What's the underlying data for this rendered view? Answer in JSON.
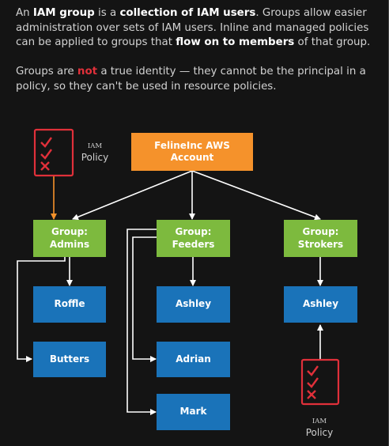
{
  "intro": {
    "p1_t1": "An ",
    "p1_b1": "IAM group",
    "p1_t2": " is a ",
    "p1_b2": "collection of IAM users",
    "p1_t3": ". Groups allow easier administration over sets of IAM users. Inline and managed policies can be applied to groups that ",
    "p1_b3": "flow on to members",
    "p1_t4": " of that group.",
    "p2_t1": "Groups are ",
    "p2_red": "not",
    "p2_t2": " a true identity — they cannot be the principal in a policy, so they can't be used in resource policies."
  },
  "diagram": {
    "account": "FelineInc AWS Account",
    "groups": [
      {
        "label": "Group:\nAdmins",
        "users": [
          "Roffle",
          "Butters"
        ]
      },
      {
        "label": "Group:\nFeeders",
        "users": [
          "Ashley",
          "Adrian",
          "Mark"
        ]
      },
      {
        "label": "Group:\nStrokers",
        "users": [
          "Ashley"
        ]
      }
    ],
    "policies": [
      {
        "small": "IAM",
        "big": "Policy"
      },
      {
        "small": "IAM",
        "big": "Policy"
      }
    ]
  },
  "colors": {
    "account": "#f5922b",
    "group": "#7dba3e",
    "user": "#1a73b9",
    "policy_outline": "#e0303a",
    "policy_arrow": "#f5922b",
    "connector": "#ffffff"
  }
}
